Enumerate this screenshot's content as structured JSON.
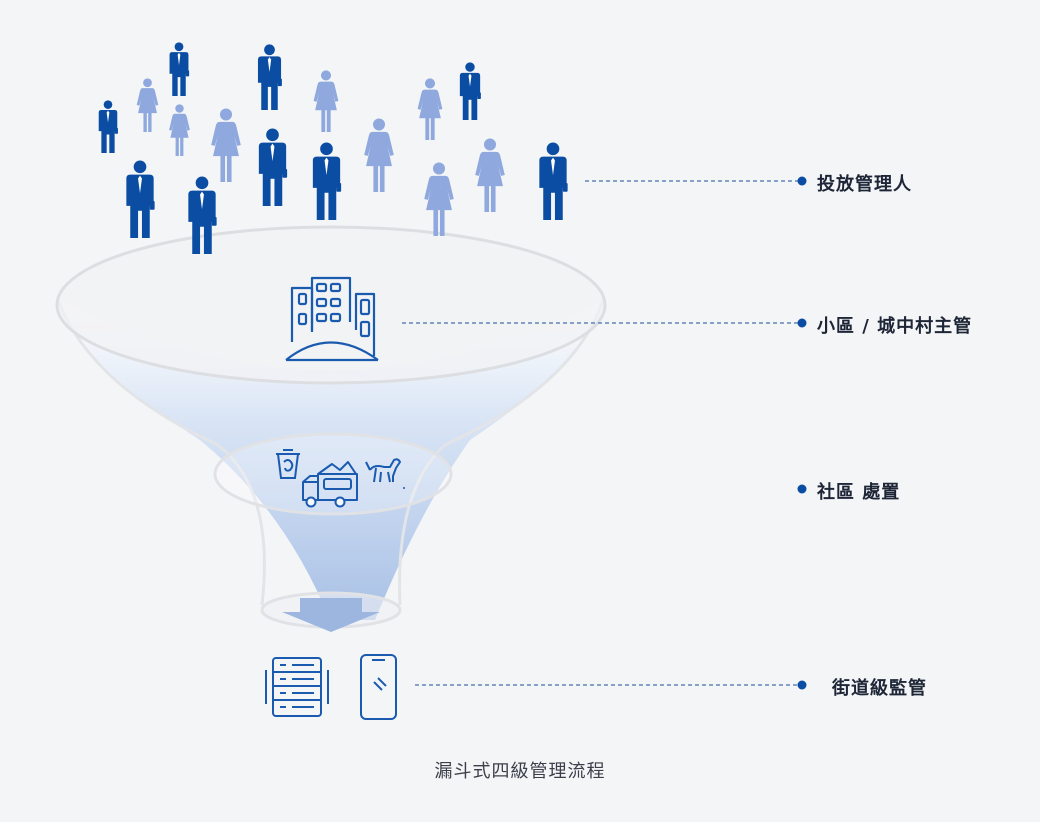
{
  "labels": {
    "level1": "投放管理人",
    "level2": "小區 / 城中村主管",
    "level3": "社區 處置",
    "level4": "街道級監管"
  },
  "caption": "漏斗式四級管理流程",
  "colors": {
    "dark_figure": "#0b4da2",
    "light_figure": "#8fa8dd",
    "icon_stroke": "#1a5bb0",
    "leader": "#1a4f9c"
  },
  "icons": [
    "building-icon",
    "trash-bin-icon",
    "garbage-truck-icon",
    "dog-icon",
    "server-rack-icon",
    "smartphone-icon"
  ]
}
